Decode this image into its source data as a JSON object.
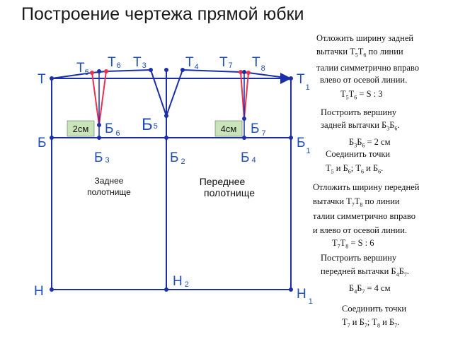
{
  "title": "Построение чертежа прямой юбки",
  "points": {
    "T": "Т",
    "T1": "Т",
    "T1_sub": "1",
    "T5": "Т",
    "T5_sub": "5",
    "T6": "Т",
    "T6_sub": "6",
    "T3": "Т",
    "T3_sub": "3",
    "T4": "Т",
    "T4_sub": "4",
    "T7": "Т",
    "T7_sub": "7",
    "T8": "Т",
    "T8_sub": "8",
    "B": "Б",
    "B1": "Б",
    "B1_sub": "1",
    "B2": "Б",
    "B2_sub": "2",
    "B3": "Б",
    "B3_sub": "3",
    "B4": "Б",
    "B4_sub": "4",
    "B5": "Б",
    "B5_sub": "5",
    "B6": "Б",
    "B6_sub": "6",
    "B7": "Б",
    "B7_sub": "7",
    "H": "Н",
    "H1": "Н",
    "H1_sub": "1",
    "H2": "Н",
    "H2_sub": "2"
  },
  "boxes": {
    "left": "2см",
    "right": "4см"
  },
  "panels": {
    "back_line1": "Заднее",
    "back_line2": "полотнище",
    "front_line1": "Переднее",
    "front_line2": "полотнище"
  },
  "notes": {
    "n1_l1": "Отложить  ширину задней",
    "n1_l2a": "вытачки  Т",
    "n1_l2s1": "5",
    "n1_l2b": "Т",
    "n1_l2s2": "6",
    "n1_l2c": "  по линии",
    "n1_l3": "талии  симметрично вправо",
    "n1_l4": "влево  от осевой линии.",
    "n1_f_a": "Т",
    "n1_f_s1": "5",
    "n1_f_b": "Т",
    "n1_f_s2": "6",
    "n1_f_c": " = S : 3",
    "n2_l1": "Построить  вершину",
    "n2_l2a": "задней  вытачки  Б",
    "n2_l2s1": "3",
    "n2_l2b": "Б",
    "n2_l2s2": "6",
    "n2_l2c": ".",
    "n2_f_a": "Б",
    "n2_f_s1": "3",
    "n2_f_b": "Б",
    "n2_f_s2": "6",
    "n2_f_c": " = 2 см",
    "n3_l1": "Соединить точки",
    "n3_l2a": "Т",
    "n3_l2s1": "5",
    "n3_l2b": " и Б",
    "n3_l2s2": "6",
    "n3_l2c": ";    Т",
    "n3_l2s3": "6",
    "n3_l2d": "  и  Б",
    "n3_l2s4": "6",
    "n3_l2e": ".",
    "n4_l1": "Отложить  ширину передней",
    "n4_l2a": "вытачки  Т",
    "n4_l2s1": "7",
    "n4_l2b": "Т",
    "n4_l2s2": "8",
    "n4_l2c": "  по линии",
    "n4_l3": "талии  симметрично вправо",
    "n4_l4": "и влево  от осевой линии.",
    "n4_f_a": "Т",
    "n4_f_s1": "7",
    "n4_f_b": "Т",
    "n4_f_s2": "8",
    "n4_f_c": " = S : 6",
    "n5_l1": "Построить  вершину",
    "n5_l2a": "передней  вытачки  Б",
    "n5_l2s1": "4",
    "n5_l2b": "Б",
    "n5_l2s2": "7",
    "n5_l2c": ".",
    "n5_f_a": "Б",
    "n5_f_s1": "4",
    "n5_f_b": "Б",
    "n5_f_s2": "7",
    "n5_f_c": " = 4 см",
    "n6_l1": "Соединить  точки",
    "n6_l2a": "Т",
    "n6_l2s1": "7",
    "n6_l2b": " и Б",
    "n6_l2s2": "7",
    "n6_l2c": ";     Т",
    "n6_l2s3": "8",
    "n6_l2d": "  и  Б",
    "n6_l2s4": "7",
    "n6_l2e": "."
  },
  "colors": {
    "frame": "#1a2fa8",
    "label": "#1f4fb4",
    "dart_back": "#e8304f",
    "dart_point": "#e8304f",
    "box_fill": "#c9e4b8",
    "dot": "#1a2fa8"
  }
}
